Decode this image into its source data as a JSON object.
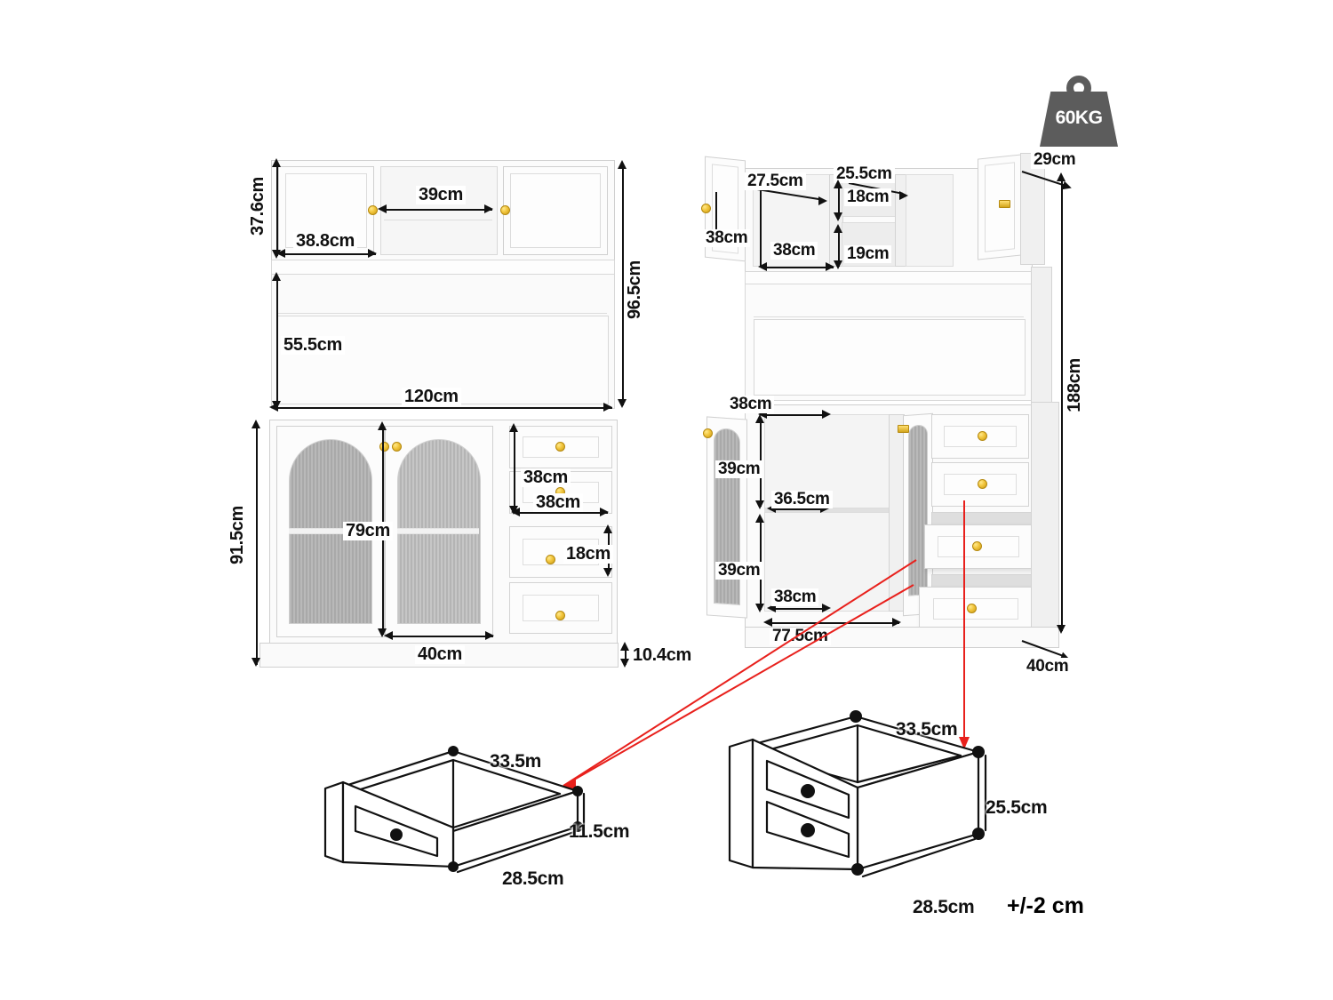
{
  "diagram": {
    "title": "Kitchen pantry cabinet dimension diagram",
    "tolerance_note": "+/-2 cm",
    "weight_badge": {
      "label": "60KG",
      "icon": "weight-icon",
      "color": "#5c5c5c"
    },
    "accent_leader_color": "#e8201c",
    "unit": "cm"
  },
  "front_view": {
    "name": "front-elevation",
    "overall_height": "96.5cm",
    "overall_width": "120cm",
    "upper_cabinet_height": "37.6cm",
    "upper_door_width": "38.8cm",
    "open_niche_width": "39cm",
    "open_shelf_height": "55.5cm",
    "lower_cabinet_height": "91.5cm",
    "glass_door_height": "79cm",
    "glass_door_width": "40cm",
    "drawer_pair_height": "38cm",
    "drawer_width": "38cm",
    "drawer_single_height": "18cm",
    "plinth_height": "10.4cm"
  },
  "open_view": {
    "name": "open-perspective-view",
    "total_height": "188cm",
    "top_depth": "29cm",
    "base_depth": "40cm",
    "upper_left_door_height": "38cm",
    "upper_inner_depth": "27.5cm",
    "upper_inner_width": "38cm",
    "upper_right_niche_depth": "25.5cm",
    "upper_niche_top_height": "18cm",
    "upper_niche_bottom_height": "19cm",
    "lower_top_width": "38cm",
    "lower_upper_compartment_height": "39cm",
    "lower_lower_compartment_height": "39cm",
    "lower_shelf_depth": "36.5cm",
    "lower_inner_depth": "38cm",
    "lower_inner_width": "77.5cm"
  },
  "drawer_small": {
    "name": "small-drawer-detail",
    "width": "33.5m",
    "height": "11.5cm",
    "depth": "28.5cm",
    "fronts": 1
  },
  "drawer_large": {
    "name": "large-drawer-detail",
    "width": "33.5cm",
    "height": "25.5cm",
    "depth": "28.5cm",
    "fronts": 2
  }
}
